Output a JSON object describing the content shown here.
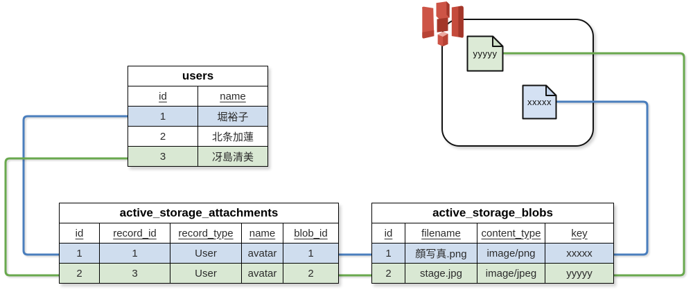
{
  "colors": {
    "relation_blue": "#4a7ebd",
    "relation_green": "#69a84e",
    "row_blue": "#cfddee",
    "row_green": "#d9e8d3",
    "file_green_fill": "#dcead6",
    "file_blue_fill": "#d4e1f3",
    "s3_red": "#cd5446"
  },
  "users_table": {
    "title": "users",
    "columns": [
      "id",
      "name"
    ],
    "rows": [
      [
        "1",
        "堀裕子"
      ],
      [
        "2",
        "北条加蓮"
      ],
      [
        "3",
        "冴島清美"
      ]
    ]
  },
  "attachments_table": {
    "title": "active_storage_attachments",
    "columns": [
      "id",
      "record_id",
      "record_type",
      "name",
      "blob_id"
    ],
    "rows": [
      [
        "1",
        "1",
        "User",
        "avatar",
        "1"
      ],
      [
        "2",
        "3",
        "User",
        "avatar",
        "2"
      ]
    ]
  },
  "blobs_table": {
    "title": "active_storage_blobs",
    "columns": [
      "id",
      "filename",
      "content_type",
      "key"
    ],
    "rows": [
      [
        "1",
        "顔写真.png",
        "image/png",
        "xxxxx"
      ],
      [
        "2",
        "stage.jpg",
        "image/jpeg",
        "yyyyy"
      ]
    ]
  },
  "bucket": {
    "files": [
      {
        "label": "yyyyy"
      },
      {
        "label": "xxxxx"
      }
    ]
  }
}
